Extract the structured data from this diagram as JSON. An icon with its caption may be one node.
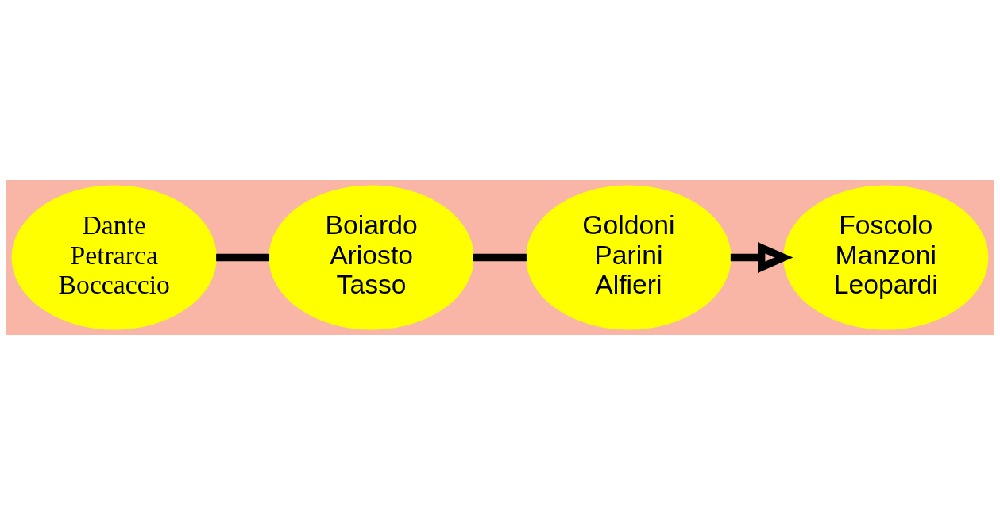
{
  "diagram": {
    "nodes": [
      {
        "text": [
          "Dante Petrarca Boccaccio"
        ]
      },
      {
        "text": [
          "Boiardo Ariosto Tasso"
        ]
      },
      {
        "text": [
          "Goldoni Parini Alfieri"
        ]
      },
      {
        "text": [
          "Foscolo Manzoni Leopardi"
        ]
      }
    ],
    "edges": [
      {
        "from": 0,
        "to": 1,
        "arrow": "none"
      },
      {
        "from": 1,
        "to": 2,
        "arrow": "none"
      },
      {
        "from": 2,
        "to": 3,
        "arrow": "to"
      }
    ]
  }
}
